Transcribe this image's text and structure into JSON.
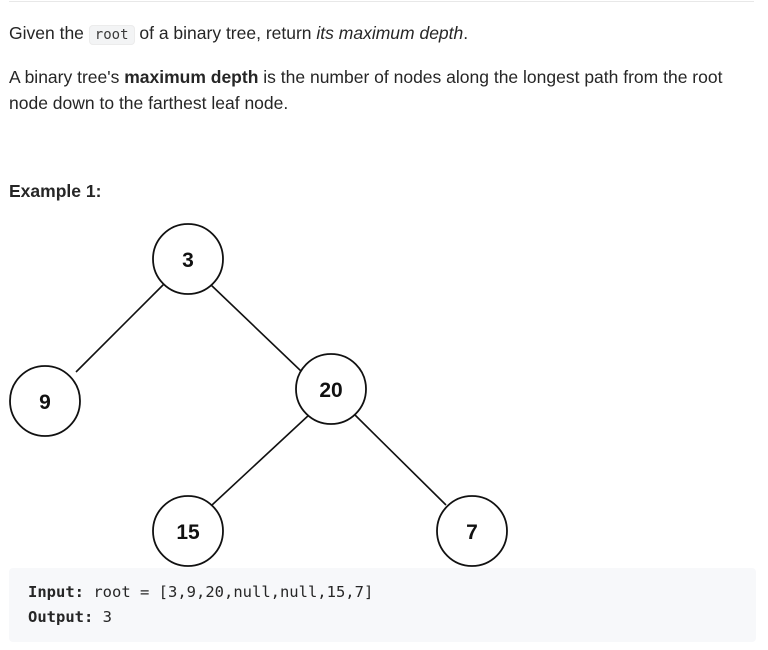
{
  "description": {
    "p1": {
      "before": "Given the ",
      "code": "root",
      "middle": " of a binary tree, return ",
      "emphasis": "its maximum depth",
      "after": "."
    },
    "p2": {
      "before": "A binary tree's ",
      "strong": "maximum depth",
      "after": " is the number of nodes along the longest path from the root node down to the farthest leaf node."
    }
  },
  "example": {
    "title": "Example 1:",
    "tree": {
      "nodes": [
        {
          "id": "n3",
          "label": "3"
        },
        {
          "id": "n9",
          "label": "9"
        },
        {
          "id": "n20",
          "label": "20"
        },
        {
          "id": "n15",
          "label": "15"
        },
        {
          "id": "n7",
          "label": "7"
        }
      ],
      "edges": [
        [
          "n3",
          "n9"
        ],
        [
          "n3",
          "n20"
        ],
        [
          "n20",
          "n15"
        ],
        [
          "n20",
          "n7"
        ]
      ]
    },
    "input_label": "Input:",
    "input_value": "root = [3,9,20,null,null,15,7]",
    "output_label": "Output:",
    "output_value": "3"
  }
}
